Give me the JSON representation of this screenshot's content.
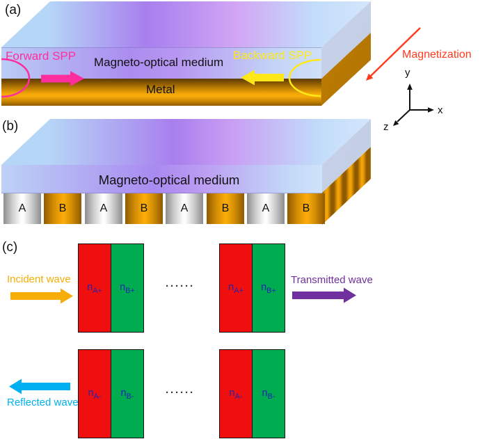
{
  "panel_a": {
    "label": "(a)",
    "forward_spp": "Forward SPP",
    "mo_medium": "Magneto-optical medium",
    "backward_spp": "Backward SPP",
    "metal": "Metal",
    "magnetization": "Magnetization",
    "axis_x": "x",
    "axis_y": "y",
    "axis_z": "z"
  },
  "panel_b": {
    "label": "(b)",
    "mo_medium": "Magneto-optical medium",
    "segments": [
      "A",
      "B",
      "A",
      "B",
      "A",
      "B",
      "A",
      "B"
    ]
  },
  "panel_c": {
    "label": "(c)",
    "incident_wave": "Incident wave",
    "transmitted_wave": "Transmitted wave",
    "reflected_wave": "Reflected wave",
    "dots_top": "······",
    "dots_bottom": "······",
    "blocks_top": [
      {
        "base": "n",
        "sub": "A+"
      },
      {
        "base": "n",
        "sub": "B+"
      },
      {
        "base": "n",
        "sub": "A+"
      },
      {
        "base": "n",
        "sub": "B+"
      }
    ],
    "blocks_bottom": [
      {
        "base": "n",
        "sub": "A-"
      },
      {
        "base": "n",
        "sub": "B-"
      },
      {
        "base": "n",
        "sub": "A-"
      },
      {
        "base": "n",
        "sub": "B-"
      }
    ]
  },
  "colors": {
    "forward_spp": "#FF2E9E",
    "backward_spp": "#FFE81A",
    "magnetization": "#FF3A1C",
    "incident": "#F6AE06",
    "transmitted": "#7030A0",
    "reflected": "#00B0F0",
    "metal_gold": "#F2A305",
    "block_red": "#F00F0F",
    "block_green": "#00AC50",
    "block_label_navy": "#2222B2"
  },
  "icons": {
    "forward_spp_arrow": "thick-right-arrow",
    "backward_spp_arrow": "thick-left-arrow",
    "magnetization_arrow": "thin-diagonal-arrow",
    "incident_wave_arrow": "thick-right-arrow",
    "transmitted_wave_arrow": "thick-right-arrow",
    "reflected_wave_arrow": "thick-left-arrow",
    "axes": "xyz-coordinate-axes",
    "spp_mode_profiles": "half-ellipse-curves"
  }
}
